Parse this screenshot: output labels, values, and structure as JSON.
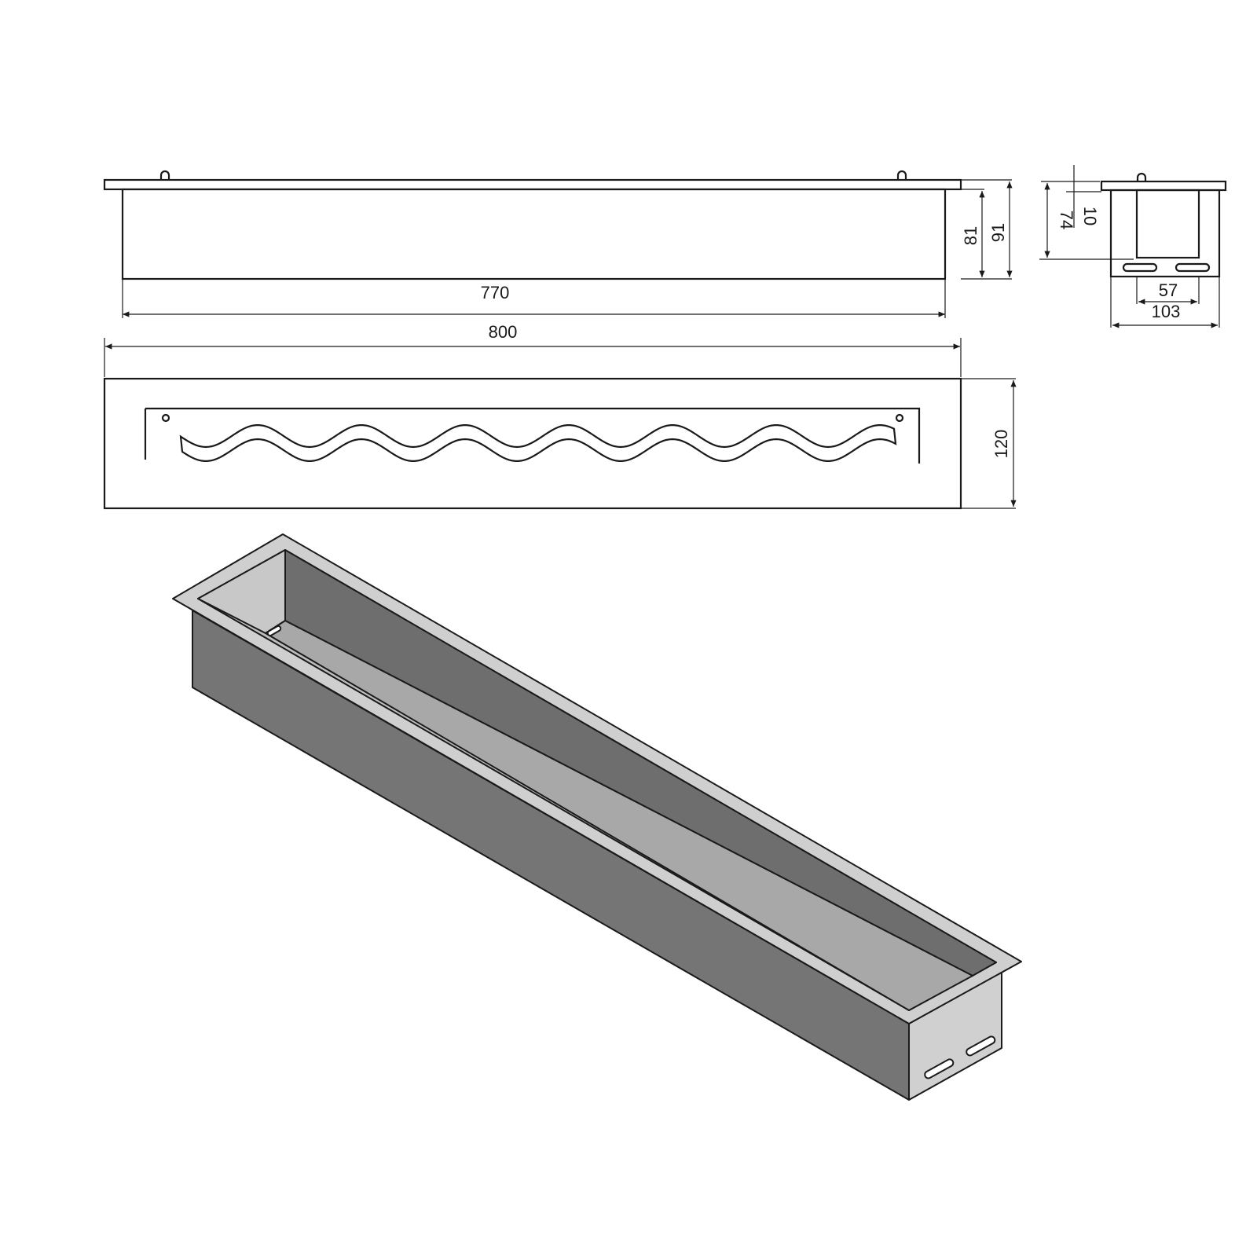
{
  "drawing": {
    "front_view": {
      "length_inner": "770",
      "height_inner": "81",
      "height_total": "91"
    },
    "top_view": {
      "length_total": "800",
      "width_total": "120"
    },
    "side_view": {
      "depth": "74",
      "flange": "10",
      "slot_spacing": "57",
      "width": "103"
    }
  },
  "colors": {
    "line": "#1a1a1a",
    "face_dark": "#757575",
    "face_light": "#cfcfcf",
    "face_mid": "#a9a9a9"
  }
}
